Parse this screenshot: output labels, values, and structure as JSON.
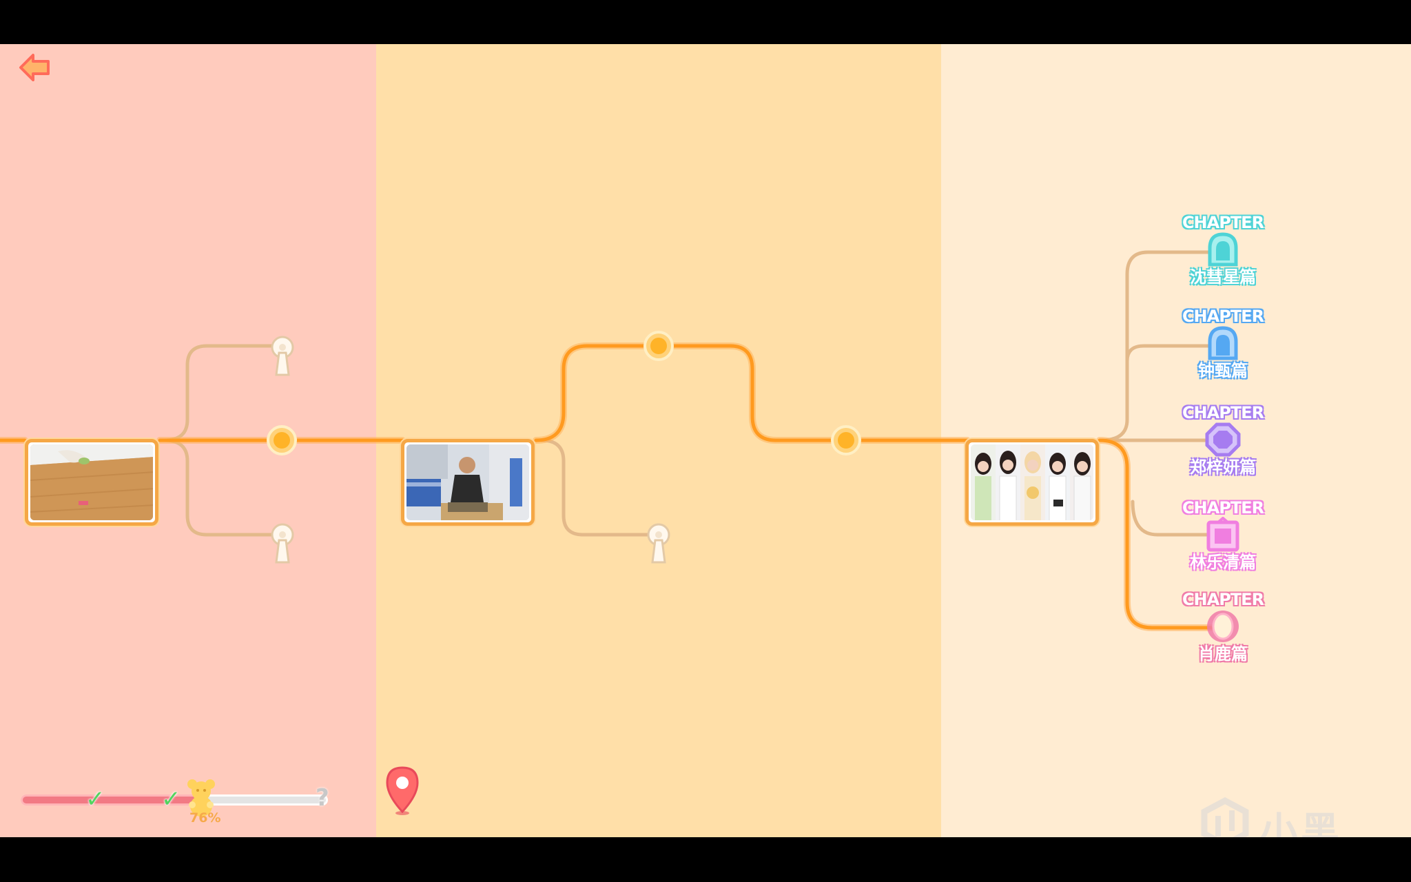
{
  "colors": {
    "panel_left": "#ffcbbd",
    "panel_middle": "#ffdfa8",
    "panel_right": "#ffecd2",
    "path_active": "#ff9a1f",
    "path_inactive": "#e3b98a",
    "thumb_border": "#f5a745"
  },
  "back_button": {
    "icon": "back-arrow-icon"
  },
  "scenes": [
    {
      "name": "scene-table",
      "icon": "scene-photo"
    },
    {
      "name": "scene-bedroom",
      "icon": "scene-photo"
    },
    {
      "name": "scene-heroines",
      "icon": "group-photo"
    }
  ],
  "chapters": [
    {
      "tag": "CHAPTER",
      "name": "沈彗星篇",
      "color": "#4ed3d6",
      "icon": "arch-icon"
    },
    {
      "tag": "CHAPTER",
      "name": "钟甄篇",
      "color": "#55a8f2",
      "icon": "arch-icon"
    },
    {
      "tag": "CHAPTER",
      "name": "郑梓妍篇",
      "color": "#a67cf0",
      "icon": "octagon-icon"
    },
    {
      "tag": "CHAPTER",
      "name": "林乐清篇",
      "color": "#f07ee0",
      "icon": "frame-icon"
    },
    {
      "tag": "CHAPTER",
      "name": "肖鹿篇",
      "color": "#f07ba8",
      "icon": "egg-icon"
    }
  ],
  "progress": {
    "percent_label": "76%",
    "fraction": 0.76,
    "checks": [
      "✓",
      "✓"
    ],
    "unknown": "?"
  },
  "watermark": {
    "text": "小黑盒"
  }
}
